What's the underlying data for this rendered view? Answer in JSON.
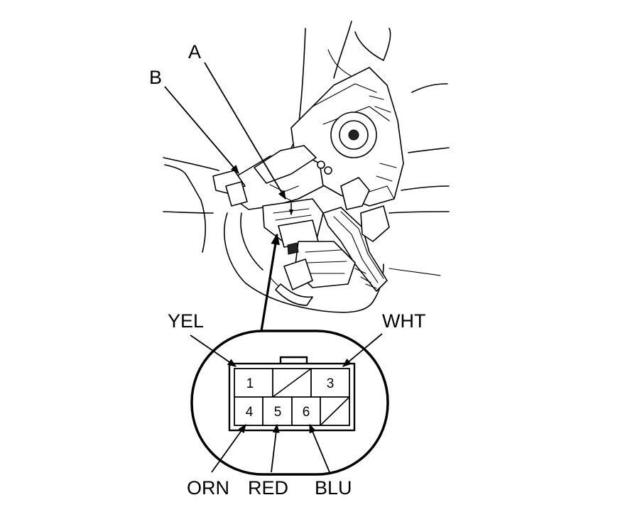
{
  "callouts": {
    "a": "A",
    "b": "B"
  },
  "connector": {
    "pins": [
      {
        "number": "1",
        "wire": "YEL"
      },
      {
        "number": "3",
        "wire": "WHT"
      },
      {
        "number": "4",
        "wire": "ORN"
      },
      {
        "number": "5",
        "wire": "RED"
      },
      {
        "number": "6",
        "wire": "BLU"
      }
    ]
  },
  "wire_labels": {
    "yel": "YEL",
    "wht": "WHT",
    "orn": "ORN",
    "red": "RED",
    "blu": "BLU"
  }
}
